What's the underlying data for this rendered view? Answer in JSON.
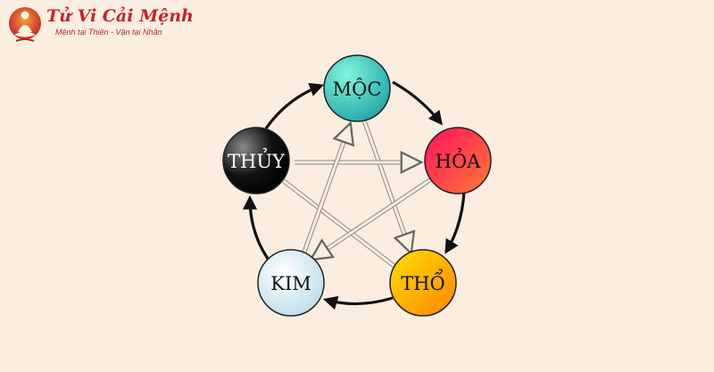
{
  "brand": {
    "title": "Tử Vi Cải Mệnh",
    "slogan": "Mệnh tại Thiên - Vận tại Nhân",
    "accent": "#c8202a"
  },
  "diagram": {
    "nodes": [
      {
        "id": "moc",
        "label": "MỘC",
        "colors": [
          "#6ff0d4",
          "#2bb8b0"
        ],
        "text_color": "#111111"
      },
      {
        "id": "hoa",
        "label": "HỎA",
        "colors": [
          "#ff1a5a",
          "#ff7a3a"
        ],
        "text_color": "#111111"
      },
      {
        "id": "tho",
        "label": "THỔ",
        "colors": [
          "#ffd400",
          "#ff8a00"
        ],
        "text_color": "#111111"
      },
      {
        "id": "kim",
        "label": "KIM",
        "colors": [
          "#ffffff",
          "#bfe2ee"
        ],
        "text_color": "#111111"
      },
      {
        "id": "thuy",
        "label": "THỦY",
        "colors": [
          "#6a6a6a",
          "#000000"
        ],
        "text_color": "#ffffff"
      }
    ],
    "generating_cycle": [
      "moc",
      "hoa",
      "tho",
      "kim",
      "thuy"
    ],
    "overcoming_cycle": [
      [
        "moc",
        "tho"
      ],
      [
        "tho",
        "thuy"
      ],
      [
        "thuy",
        "hoa"
      ],
      [
        "hoa",
        "kim"
      ],
      [
        "kim",
        "moc"
      ]
    ]
  }
}
